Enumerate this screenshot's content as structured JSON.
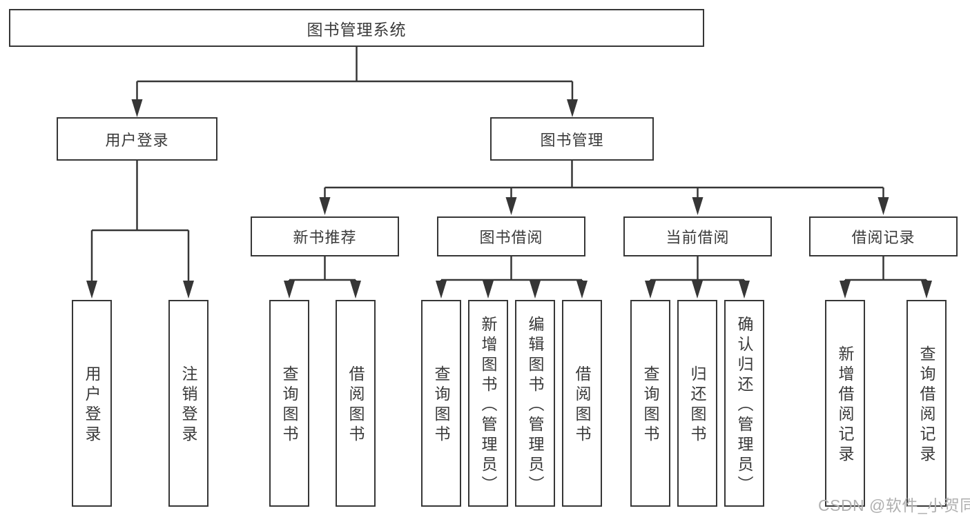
{
  "diagram": {
    "root": {
      "label": "图书管理系统",
      "children": [
        {
          "label": "用户登录",
          "children": [
            {
              "label": "用户登录"
            },
            {
              "label": "注销登录"
            }
          ]
        },
        {
          "label": "图书管理",
          "children": [
            {
              "label": "新书推荐",
              "children": [
                {
                  "label": "查询图书"
                },
                {
                  "label": "借阅图书"
                }
              ]
            },
            {
              "label": "图书借阅",
              "children": [
                {
                  "label": "查询图书"
                },
                {
                  "label": "新增图书（管理员）"
                },
                {
                  "label": "编辑图书（管理员）"
                },
                {
                  "label": "借阅图书"
                }
              ]
            },
            {
              "label": "当前借阅",
              "children": [
                {
                  "label": "查询图书"
                },
                {
                  "label": "归还图书"
                },
                {
                  "label": "确认归还（管理员）"
                }
              ]
            },
            {
              "label": "借阅记录",
              "children": [
                {
                  "label": "新增借阅记录"
                },
                {
                  "label": "查询借阅记录"
                }
              ]
            }
          ]
        }
      ]
    }
  },
  "watermark": {
    "text": "CSDN @软件_小贺同学"
  },
  "colors": {
    "line": "#363636",
    "text": "#3a3a3a",
    "watermark": "#b0b0b0",
    "background": "#ffffff"
  }
}
